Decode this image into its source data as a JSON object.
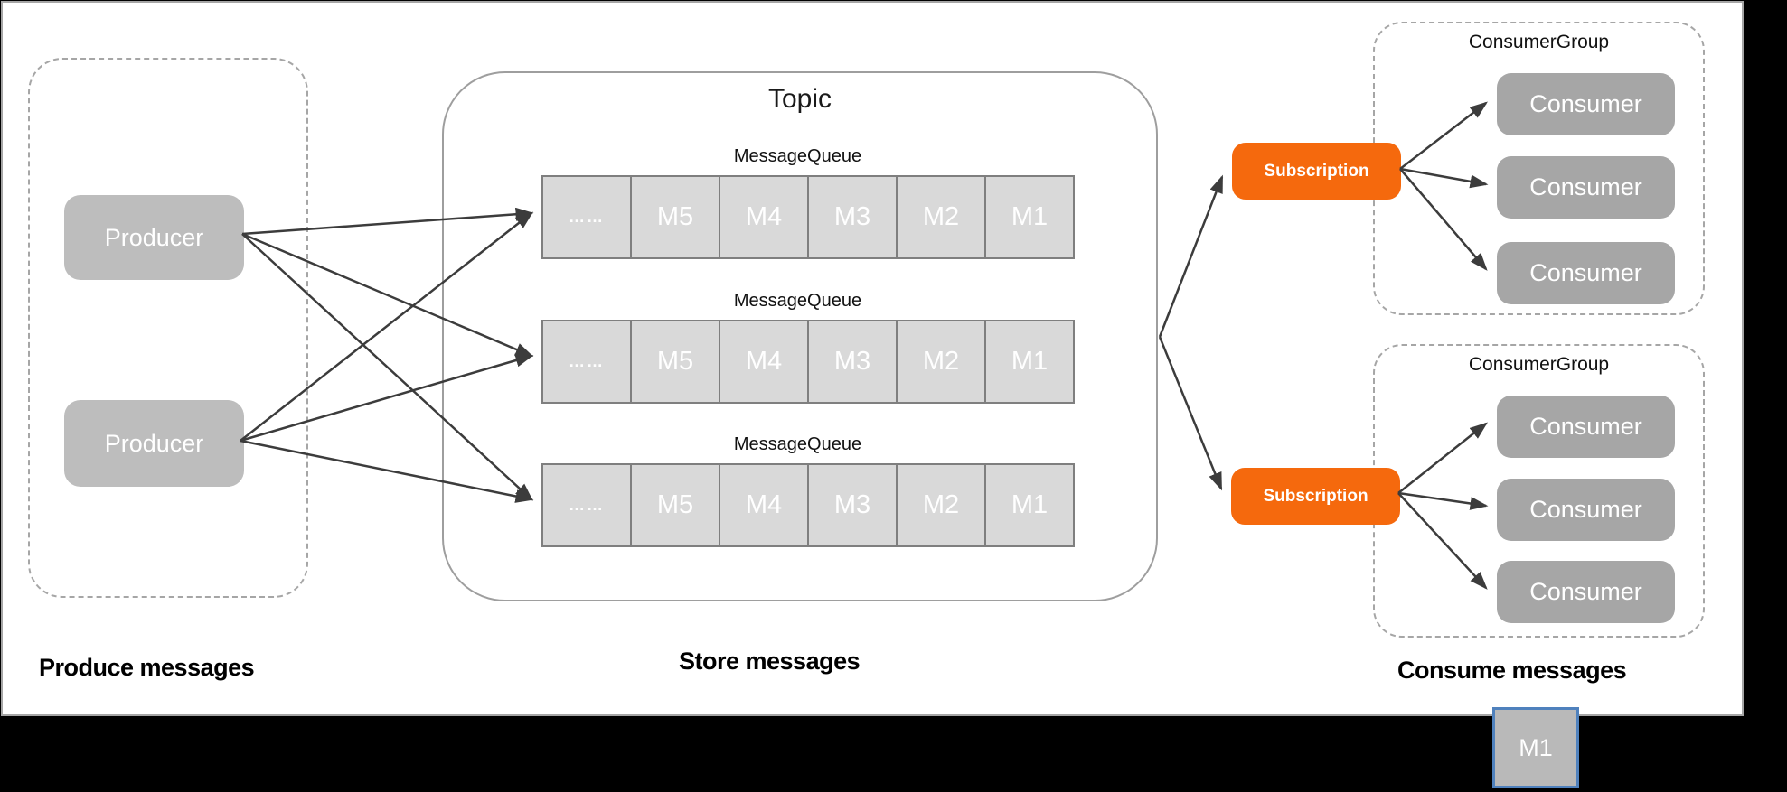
{
  "colors": {
    "orange": "#F5690D",
    "producer_fill": "#bdbdbd",
    "consumer_fill": "#a6a6a6",
    "cell_fill": "#d9d9d9",
    "cell_border": "#7f7f7f",
    "arrow": "#3c3c3c",
    "dashed_border": "#a6a6a6",
    "topic_border": "#9e9e9e",
    "m1_border": "#4f81bd",
    "m1_fill": "#b9b9b9",
    "page_bg": "#000000",
    "canvas_bg": "#ffffff"
  },
  "producers_section": {
    "label": "Produce messages",
    "producers": [
      {
        "label": "Producer"
      },
      {
        "label": "Producer"
      }
    ]
  },
  "topic_section": {
    "label": "Store messages",
    "topic_title": "Topic",
    "queues": [
      {
        "label": "MessageQueue",
        "cells": [
          "……",
          "M5",
          "M4",
          "M3",
          "M2",
          "M1"
        ]
      },
      {
        "label": "MessageQueue",
        "cells": [
          "……",
          "M5",
          "M4",
          "M3",
          "M2",
          "M1"
        ]
      },
      {
        "label": "MessageQueue",
        "cells": [
          "……",
          "M5",
          "M4",
          "M3",
          "M2",
          "M1"
        ]
      }
    ]
  },
  "consume_section": {
    "label": "Consume messages",
    "subscriptions": [
      {
        "label": "Subscription"
      },
      {
        "label": "Subscription"
      }
    ],
    "groups": [
      {
        "label": "ConsumerGroup",
        "consumers": [
          "Consumer",
          "Consumer",
          "Consumer"
        ]
      },
      {
        "label": "ConsumerGroup",
        "consumers": [
          "Consumer",
          "Consumer",
          "Consumer"
        ]
      }
    ]
  },
  "stray_message": {
    "label": "M1"
  }
}
